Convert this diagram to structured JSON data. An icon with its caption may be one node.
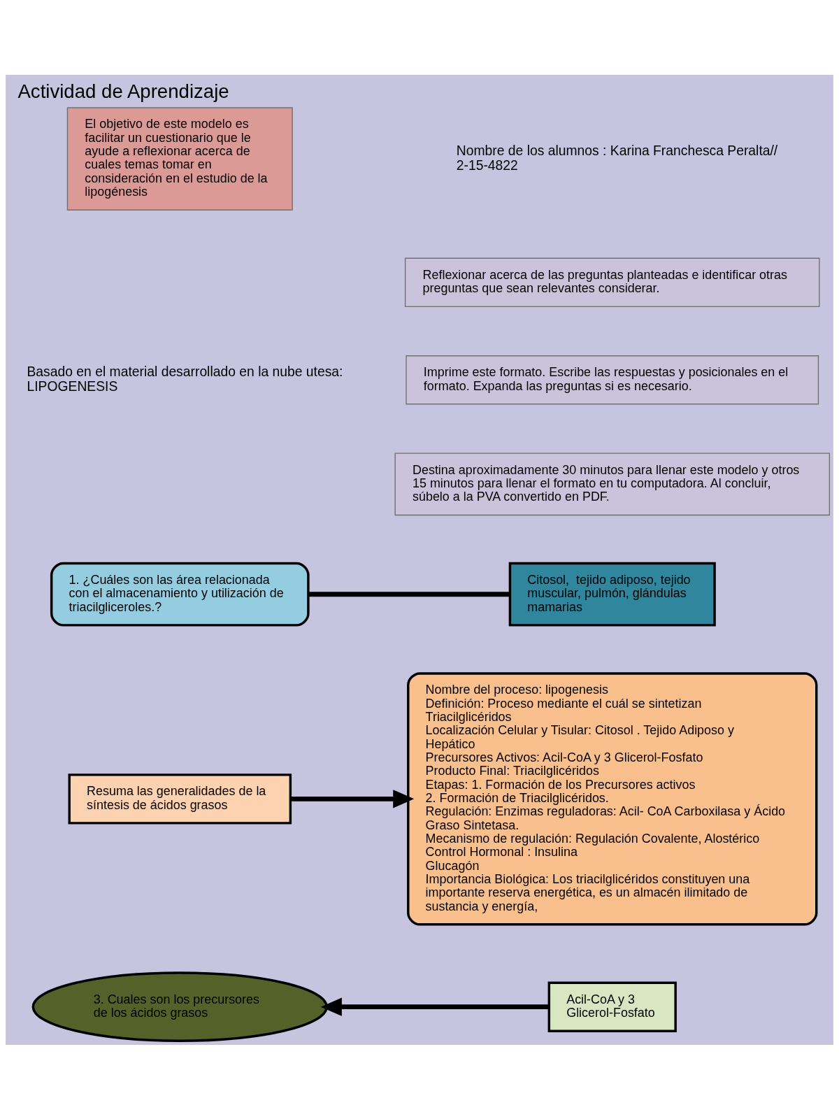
{
  "diagram": {
    "title": "Actividad de Aprendizaje",
    "nodes": [
      {
        "text": [
          "El objetivo de este modelo es facilitar un cuestionario que le ayude a reflexionar acerca de cuales temas tomar en consideración en el estudio de la lipogénesis"
        ]
      },
      {
        "text": [
          "Reflexionar acerca de las preguntas planteadas e identificar otras preguntas que sean relevantes considerar."
        ]
      },
      {
        "text": [
          "Imprime este formato. Escribe las respuestas y posicionales en el formato. Expanda las preguntas si es necesario."
        ]
      },
      {
        "text": [
          "Destina aproximadamente 30 minutos para llenar este modelo y otros 15 minutos para llenar el formato en tu computadora. Al concluir, súbelo a la PVA convertido en PDF."
        ]
      },
      {
        "text": [
          "1. ¿Cuáles son las área relacionada con el almacenamiento y utilización de triacilgliceroles.?"
        ]
      },
      {
        "text": [
          "Citosol,  tejido adiposo, tejido muscular, pulmón, glándulas mamarias"
        ]
      },
      {
        "text": [
          "Resuma las generalidades de la síntesis de ácidos grasos"
        ]
      },
      {
        "text": [
          "Nombre del proceso: lipogenesis",
          "Definición: Proceso mediante el cuál se sintetizan Triacilglicéridos",
          "Localización Celular y Tisular: Citosol . Tejido Adiposo y Hepático",
          "Precursores Activos: Acil-CoA y 3 Glicerol-Fosfato",
          "Producto Final: Triacilglicéridos",
          "Etapas: 1. Formación de los Precursores activos",
          "2. Formación de Triacilglicéridos.",
          "Regulación: Enzimas reguladoras: Acil- CoA Carboxilasa y Ácido Graso Sintetasa.",
          "Mecanismo de regulación: Regulación Covalente, Alostérico",
          "Control Hormonal : Insulina",
          "Glucagón",
          "Importancia Biológica: Los triacilglicéridos constituyen una importante reserva energética, es un almacén ilimitado de sustancia y energía,"
        ]
      },
      {
        "text": [
          "3. Cuales son los precursores de los ácidos grasos"
        ]
      },
      {
        "text": [
          "Acil-CoA y 3 Glicerol-Fosfato"
        ]
      }
    ],
    "edges": [
      {
        "from": 4,
        "to": 5,
        "arrow": "none"
      },
      {
        "from": 6,
        "to": 7,
        "arrow": "to"
      },
      {
        "from": 9,
        "to": 8,
        "arrow": "to"
      }
    ],
    "labels": [
      "Nombre de los alumnos : Karina Franchesca Peralta// 2-15-4822",
      "Basado en el material desarrollado en la nube utesa: LIPOGENESIS"
    ]
  }
}
